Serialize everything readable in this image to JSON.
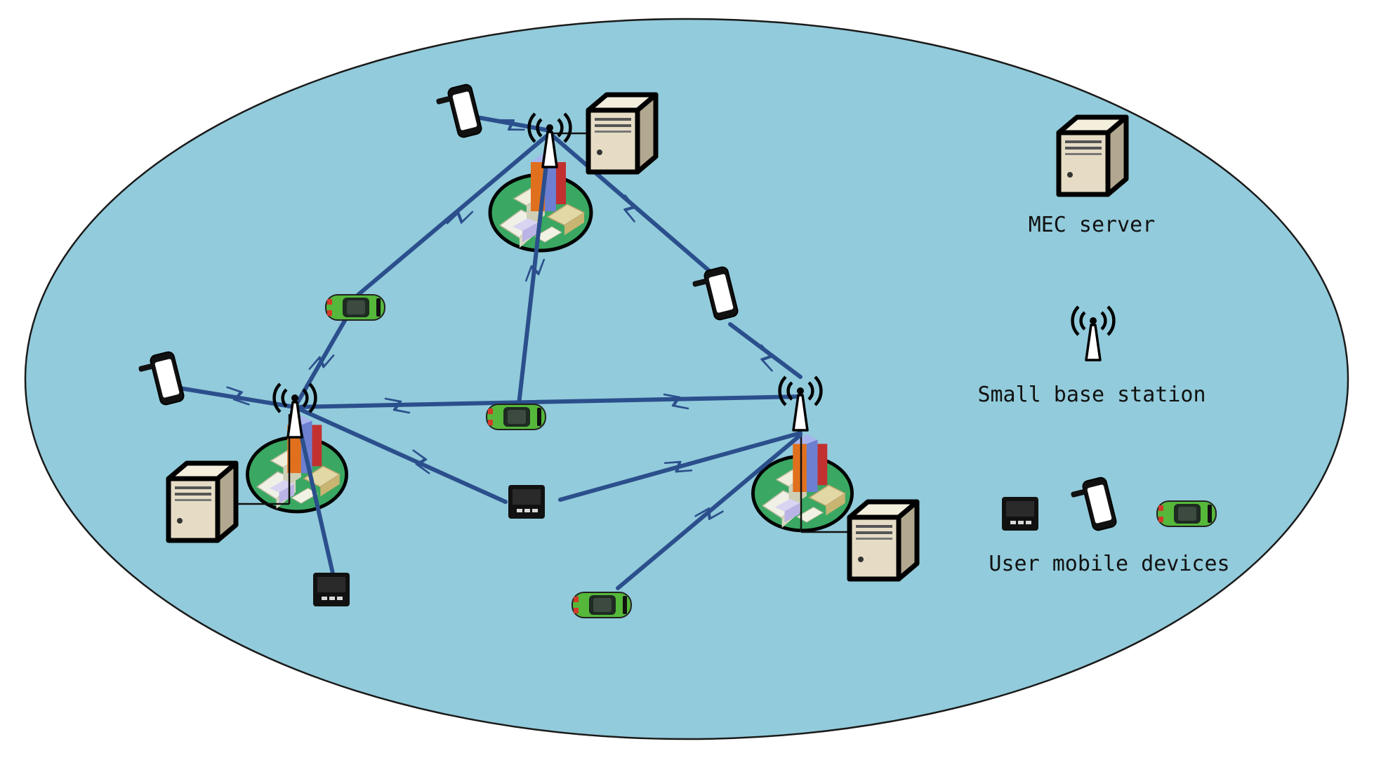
{
  "legend": {
    "mec_server": "MEC server",
    "small_base_station": "Small base station",
    "user_mobile_devices": "User mobile devices"
  },
  "colors": {
    "background_ellipse": "#92cbdb",
    "link": "#2b4f8c",
    "zigzag": "#f5f019",
    "car": "#55b83a",
    "server": "#e6dcc5",
    "device": "#111111",
    "ground": "#3aa862"
  },
  "icons": [
    "server-icon",
    "base-station-icon",
    "smartphone-icon",
    "laptop-icon",
    "car-icon",
    "building-icon"
  ]
}
